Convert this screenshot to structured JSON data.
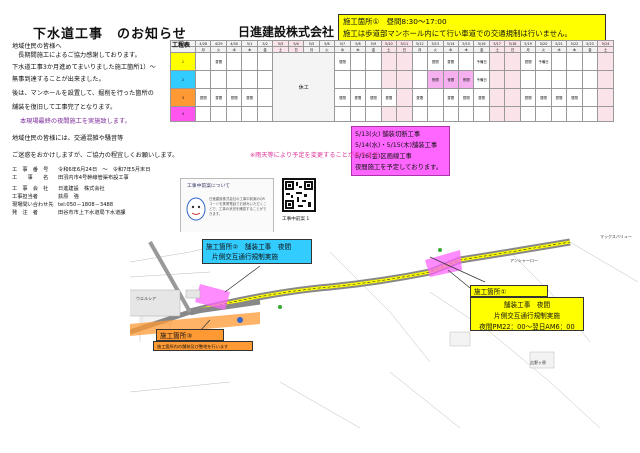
{
  "header": {
    "title": "下水道工事　のお知らせ",
    "company": "日進建設株式会社"
  },
  "notice_top": {
    "line1": "施工箇所①　昼間8:30～17:00",
    "line2": "施工は歩道部マンホール内にて行い車道での交通規制は行いません。"
  },
  "intro": [
    "地域住民の皆様へ",
    "　長期間施工によるご協力感謝しております。",
    "下水道工事3か月進めてまいりました施工箇所1）～",
    "無事到達することが出来ました。",
    "後は、マンホールを設置して、掘削を行った箇所の",
    "舗装を復旧して工事完了となります。"
  ],
  "night_note": "本現場最終の夜間施工を実施致します。",
  "outro": [
    "地域住民の皆様には、交通混雑や騒音等",
    "ご迷惑をおかけしますが、ご協力の程宜しくお願いします。"
  ],
  "info": [
    {
      "k": "工　事　番　号",
      "v": "令和6年6月24日　～　令和7年5月末日"
    },
    {
      "k": "工　　事　　名",
      "v": "田羽内市4号幹線管渠布設工事"
    },
    {
      "k": "工　事　会　社",
      "v": "日進建設　株式会社"
    },
    {
      "k": "工事担当者",
      "v": "荻原　強"
    },
    {
      "k": "現場問い合わせ先",
      "v": "tel:050－1808－3488"
    },
    {
      "k": "発　注　者",
      "v": "田谷市市上下水道局下水道課"
    }
  ],
  "schedule": {
    "title": "工程表",
    "month_label": "月/日",
    "dates": [
      "4/28",
      "4/29",
      "4/30",
      "5/1",
      "5/2",
      "5/3",
      "5/4",
      "5/5",
      "5/6",
      "5/7",
      "5/8",
      "5/9",
      "5/10",
      "5/11",
      "5/12",
      "5/13",
      "5/14",
      "5/15",
      "5/16",
      "5/17",
      "5/18",
      "5/19",
      "5/20",
      "5/21",
      "5/22",
      "5/23",
      "5/24"
    ],
    "weekdays": [
      "月",
      "火",
      "水",
      "木",
      "金",
      "土",
      "日",
      "月",
      "火",
      "水",
      "木",
      "金",
      "土",
      "日",
      "月",
      "火",
      "水",
      "木",
      "金",
      "土",
      "日",
      "月",
      "火",
      "水",
      "木",
      "金",
      "土"
    ],
    "rows": [
      {
        "label": "1",
        "cells": {
          "1": "昼間",
          "9": "昼間",
          "15": "昼間",
          "16": "昼間",
          "18": "予備日",
          "21": "昼間",
          "22": "予備日"
        }
      },
      {
        "label": "2",
        "cells": {
          "15": "夜間",
          "16": "夜間",
          "17": "夜間",
          "18": "予備日"
        }
      },
      {
        "label": "3",
        "cells": {
          "0": "昼間",
          "1": "昼間",
          "2": "昼間",
          "3": "昼間",
          "9": "昼間",
          "10": "昼間",
          "11": "昼間",
          "12": "昼間",
          "14": "昼間",
          "16": "昼間",
          "17": "昼間",
          "18": "昼間",
          "21": "昼間",
          "22": "昼間",
          "23": "昼間",
          "24": "昼間"
        }
      },
      {
        "label": "4",
        "cells": {}
      }
    ],
    "holiday": "休工"
  },
  "pink_note": [
    "5/13(火) 舗装切断工事",
    "5/14(水)・5/15(木)舗装工事",
    "5/16(金)区画線工事",
    "夜間施工を予定しております。"
  ],
  "rain_note": "※雨天等により予定を変更することがあります。",
  "qr_card": {
    "title": "工事中前案について",
    "body": "日進建設株式会社の工事中前案のQRコードを携帯電話でお読みいただくことで、工事の状況を確認することができます。"
  },
  "qr_label": "工事中前案 1",
  "map": {
    "loc2_title": "施工箇所②　舗装工事　夜間",
    "loc2_sub": "片側交互通行規制実施",
    "loc3_title": "施工箇所③",
    "loc3_sub": "施工箇所内の舗装及び整地を行います",
    "loc1_title": "施工箇所①",
    "loc1_l1": "舗装工事　夜間",
    "loc1_l2": "片側交互通行規制実施",
    "loc1_l3": "夜間PM22：00～翌日AM6：00"
  },
  "colors": {
    "yellow": "#ffff00",
    "blue": "#33ccff",
    "orange": "#ff9933",
    "magenta": "#ff55ee",
    "pink_note": "#ff66ff"
  }
}
